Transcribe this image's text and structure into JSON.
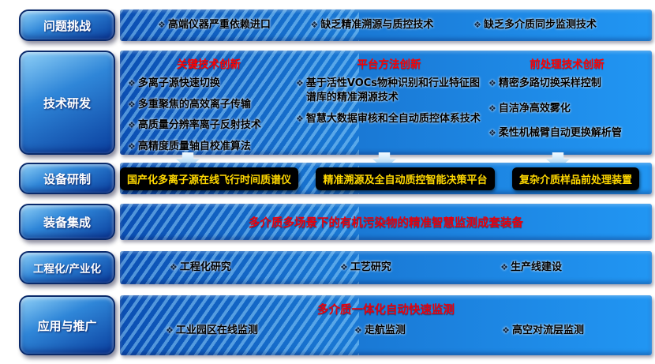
{
  "icons": {
    "bullet": "❖"
  },
  "colors": {
    "bar_blue_dark": "#0b4fb3",
    "bar_blue_light": "#2196f3",
    "badge_navy": "#0a3f9e",
    "column_title_red": "#ff0000",
    "banner_red": "#e8000d",
    "result_box_bg": "#000000",
    "result_box_text": "#ffd800"
  },
  "rows": {
    "challenges": {
      "label": "问题挑战",
      "items": [
        "高端仪器严重依赖进口",
        "缺乏精准溯源与质控技术",
        "缺乏多介质同步监测技术"
      ]
    },
    "research": {
      "label": "技术研发",
      "columns": [
        {
          "title": "关键技术创新",
          "items": [
            "多离子源快速切换",
            "多重聚焦的高效离子传输",
            "高质量分辨率离子反射技术",
            "高精度质量轴自校准算法"
          ]
        },
        {
          "title": "平台方法创新",
          "items": [
            "基于活性VOCs物种识别和行业特征图谱库的精准溯源技术",
            "智慧大数据审核和全自动质控体系技术"
          ]
        },
        {
          "title": "前处理技术创新",
          "items": [
            "精密多路切换采样控制",
            "自洁净高效雾化",
            "柔性机械臂自动更换解析管"
          ]
        }
      ]
    },
    "equipment": {
      "label": "设备研制",
      "boxes": [
        "国产化多离子源在线飞行时间质谱仪",
        "精准溯源及全自动质控智能决策平台",
        "复杂介质样品前处理装置"
      ]
    },
    "integration": {
      "label": "装备集成",
      "banner": "多介质多场景下的有机污染物的精准智慧监测成套装备"
    },
    "industrialization": {
      "label": "工程化/产业化",
      "items": [
        "工程化研究",
        "工艺研究",
        "生产线建设"
      ]
    },
    "application": {
      "label": "应用与推广",
      "banner": "多介质一体化自动快速监测",
      "items": [
        "工业园区在线监测",
        "走航监测",
        "高空对流层监测"
      ]
    }
  }
}
